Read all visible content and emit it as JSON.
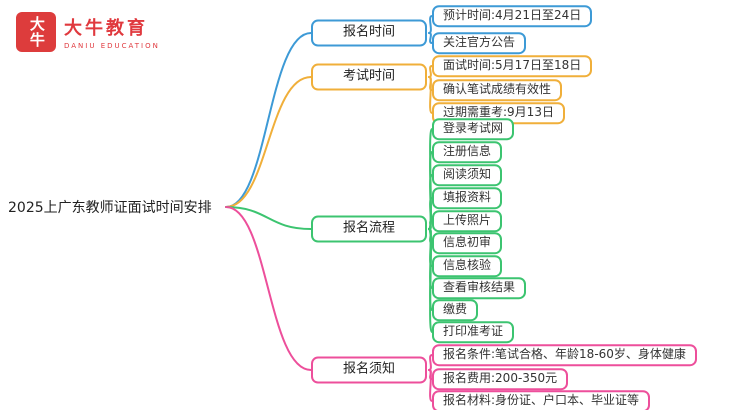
{
  "logo": {
    "seal_text": "大牛",
    "brand": "大牛教育",
    "brand_sub": "DANIU EDUCATION",
    "brand_color": "#E0393E"
  },
  "root": {
    "label": "2025上广东教师证面试时间安排"
  },
  "branches": [
    {
      "label": "报名时间",
      "color": "#3D9AD6",
      "children": [
        "预计时间:4月21日至24日",
        "关注官方公告"
      ]
    },
    {
      "label": "考试时间",
      "color": "#F0AF3A",
      "children": [
        "面试时间:5月17日至18日",
        "确认笔试成绩有效性",
        "过期需重考:9月13日"
      ]
    },
    {
      "label": "报名流程",
      "color": "#3CC470",
      "children": [
        "登录考试网",
        "注册信息",
        "阅读须知",
        "填报资料",
        "上传照片",
        "信息初审",
        "信息核验",
        "查看审核结果",
        "缴费",
        "打印准考证"
      ]
    },
    {
      "label": "报名须知",
      "color": "#ED4F9B",
      "children": [
        "报名条件:笔试合格、年龄18-60岁、身体健康",
        "报名费用:200-350元",
        "报名材料:身份证、户口本、毕业证等"
      ]
    }
  ]
}
